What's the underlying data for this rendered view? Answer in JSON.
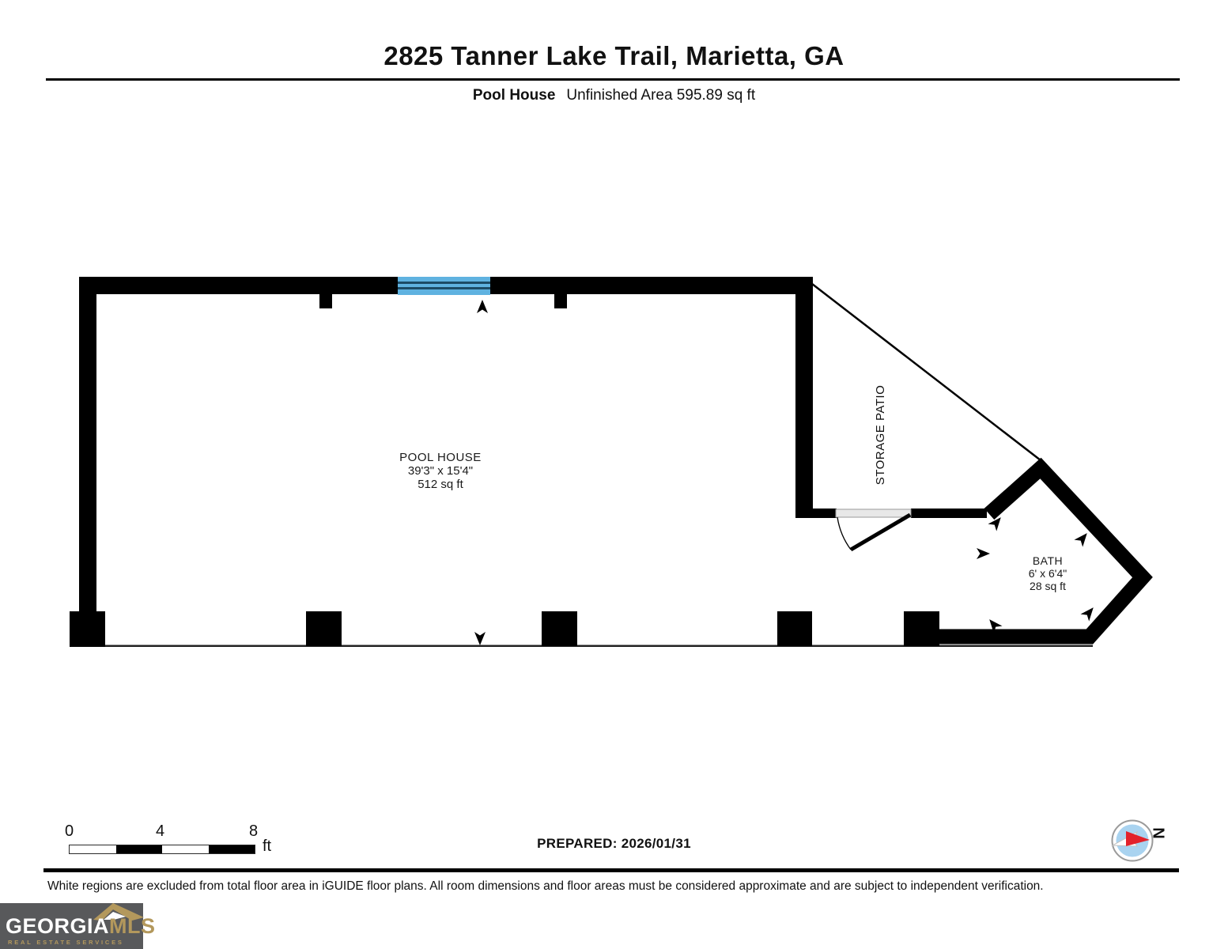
{
  "header": {
    "title": "2825 Tanner Lake Trail, Marietta, GA",
    "floor_name": "Pool House",
    "floor_area": "Unfinished Area 595.89 sq ft"
  },
  "plan": {
    "rooms": {
      "pool_house": {
        "name": "POOL HOUSE",
        "dimensions": "39'3\" x 15'4\"",
        "area": "512 sq ft"
      },
      "storage_patio": {
        "name": "STORAGE PATIO"
      },
      "bath": {
        "name": "BATH",
        "dimensions": "6' x 6'4\"",
        "area": "28 sq ft"
      }
    }
  },
  "scale_bar": {
    "ticks": [
      "0",
      "4",
      "8"
    ],
    "unit": "ft"
  },
  "compass": {
    "label": "N"
  },
  "footer": {
    "prepared": "PREPARED: 2026/01/31",
    "disclaimer": "White regions are excluded from total floor area in iGUIDE floor plans. All room dimensions and floor areas must be considered approximate and are subject to independent verification."
  },
  "logo": {
    "name_primary": "GEORGIA",
    "name_secondary": "MLS",
    "tagline": "REAL ESTATE SERVICES"
  },
  "colors": {
    "wall": "#000000",
    "window_fill": "#5fb2e0",
    "window_line": "#1c4b66",
    "door_fill": "#e8e8e8",
    "compass_disc": "#a9d3f0",
    "compass_needle_red": "#e3222b",
    "logo_bg": "#58595b",
    "logo_gold": "#b3985c"
  }
}
